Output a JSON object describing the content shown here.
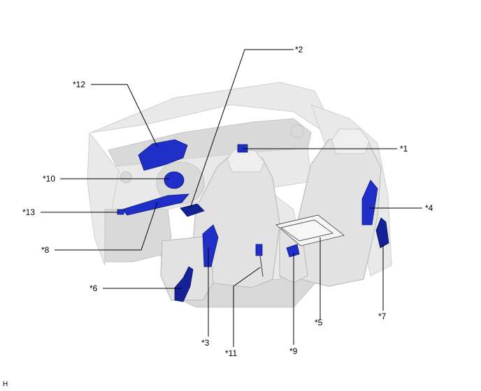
{
  "diagram": {
    "callouts": {
      "c1": "*1",
      "c2": "*2",
      "c3": "*3",
      "c4": "*4",
      "c5": "*5",
      "c6": "*6",
      "c7": "*7",
      "c8": "*8",
      "c9": "*9",
      "c10": "*10",
      "c11": "*11",
      "c12": "*12",
      "c13": "*13"
    },
    "corner_mark": "H",
    "colors": {
      "part_blue": "#1f2fc8",
      "body_gray": "#e9e9e9"
    }
  }
}
